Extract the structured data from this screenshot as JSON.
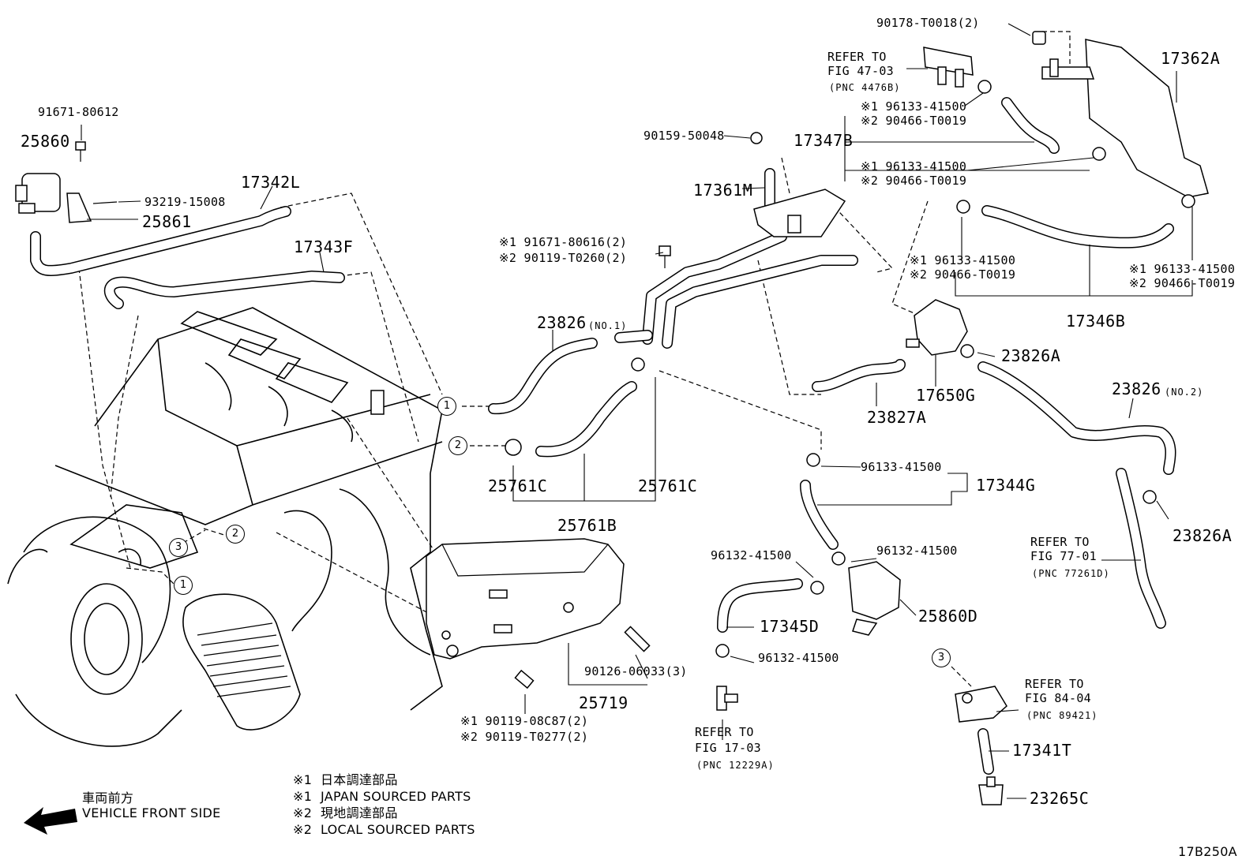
{
  "figure_code": "17B250A",
  "direction": {
    "label_jp": "車両前方",
    "label_en": "VEHICLE FRONT SIDE",
    "arrow_icon": "arrow-left-icon"
  },
  "legend": [
    {
      "mark": "※1",
      "text": "日本調達部品"
    },
    {
      "mark": "※1",
      "text": "JAPAN SOURCED PARTS"
    },
    {
      "mark": "※2",
      "text": "現地調達部品"
    },
    {
      "mark": "※2",
      "text": "LOCAL SOURCED PARTS"
    }
  ],
  "circle_markers": [
    "1",
    "2",
    "3"
  ],
  "labels": {
    "p90178": "90178-T0018(2)",
    "refer47_l1": "REFER TO",
    "refer47_l2": "FIG 47-03",
    "refer47_l3": "(PNC 4476B)",
    "p17362A": "17362A",
    "m1a": "※1 96133-41500",
    "m2a": "※2 90466-T0019",
    "p90159": "90159-50048",
    "p17347B": "17347B",
    "m1b": "※1 96133-41500",
    "m2b": "※2 90466-T0019",
    "p91671_80612": "91671-80612",
    "p25860": "25860",
    "p17342L": "17342L",
    "p93219": "93219-15008",
    "p25861": "25861",
    "p17343F": "17343F",
    "p17361M": "17361M",
    "m1_91671": "※1 91671-80616(2)",
    "m2_90119": "※2 90119-T0260(2)",
    "m1c": "※1 96133-41500",
    "m2c": "※2 90466-T0019",
    "m1d": "※1 96133-41500",
    "m2d": "※2 90466-T0019",
    "p17346B": "17346B",
    "p23826_no1": "23826",
    "no1": "(NO.1)",
    "p23826A_1": "23826A",
    "p17650G": "17650G",
    "p23827A": "23827A",
    "p23826_no2": "23826",
    "no2": "(NO.2)",
    "p25761C_l": "25761C",
    "p25761C_r": "25761C",
    "p25761B": "25761B",
    "p96133_17344": "96133-41500",
    "p17344G": "17344G",
    "p96132_a": "96132-41500",
    "p96132_b": "96132-41500",
    "p25860D": "25860D",
    "p17345D": "17345D",
    "p96132_c": "96132-41500",
    "refer77_l1": "REFER TO",
    "refer77_l2": "FIG 77-01",
    "refer77_l3": "(PNC 77261D)",
    "p23826A_2": "23826A",
    "p90126": "90126-06033(3)",
    "p25719": "25719",
    "m1_90119": "※1 90119-08C87(2)",
    "m2_90119b": "※2 90119-T0277(2)",
    "refer17_l1": "REFER TO",
    "refer17_l2": "FIG 17-03",
    "refer17_l3": "(PNC 12229A)",
    "refer84_l1": "REFER TO",
    "refer84_l2": "FIG 84-04",
    "refer84_l3": "(PNC 89421)",
    "p17341T": "17341T",
    "p23265C": "23265C"
  }
}
